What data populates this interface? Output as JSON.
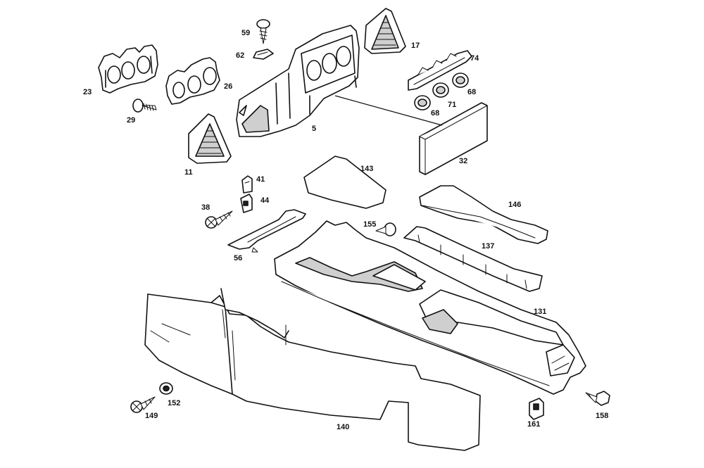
{
  "callouts": [
    {
      "id": "c5",
      "text": "5"
    },
    {
      "id": "c11",
      "text": "11"
    },
    {
      "id": "c17",
      "text": "17"
    },
    {
      "id": "c23",
      "text": "23"
    },
    {
      "id": "c26",
      "text": "26"
    },
    {
      "id": "c29",
      "text": "29"
    },
    {
      "id": "c32",
      "text": "32"
    },
    {
      "id": "c38",
      "text": "38"
    },
    {
      "id": "c41",
      "text": "41"
    },
    {
      "id": "c44",
      "text": "44"
    },
    {
      "id": "c56",
      "text": "56"
    },
    {
      "id": "c59",
      "text": "59"
    },
    {
      "id": "c62",
      "text": "62"
    },
    {
      "id": "c68a",
      "text": "68"
    },
    {
      "id": "c68b",
      "text": "68"
    },
    {
      "id": "c71",
      "text": "71"
    },
    {
      "id": "c74",
      "text": "74"
    },
    {
      "id": "c131",
      "text": "131"
    },
    {
      "id": "c137",
      "text": "137"
    },
    {
      "id": "c140",
      "text": "140"
    },
    {
      "id": "c143",
      "text": "143"
    },
    {
      "id": "c146",
      "text": "146"
    },
    {
      "id": "c149",
      "text": "149"
    },
    {
      "id": "c152",
      "text": "152"
    },
    {
      "id": "c155",
      "text": "155"
    },
    {
      "id": "c158",
      "text": "158"
    },
    {
      "id": "c161",
      "text": "161"
    }
  ]
}
